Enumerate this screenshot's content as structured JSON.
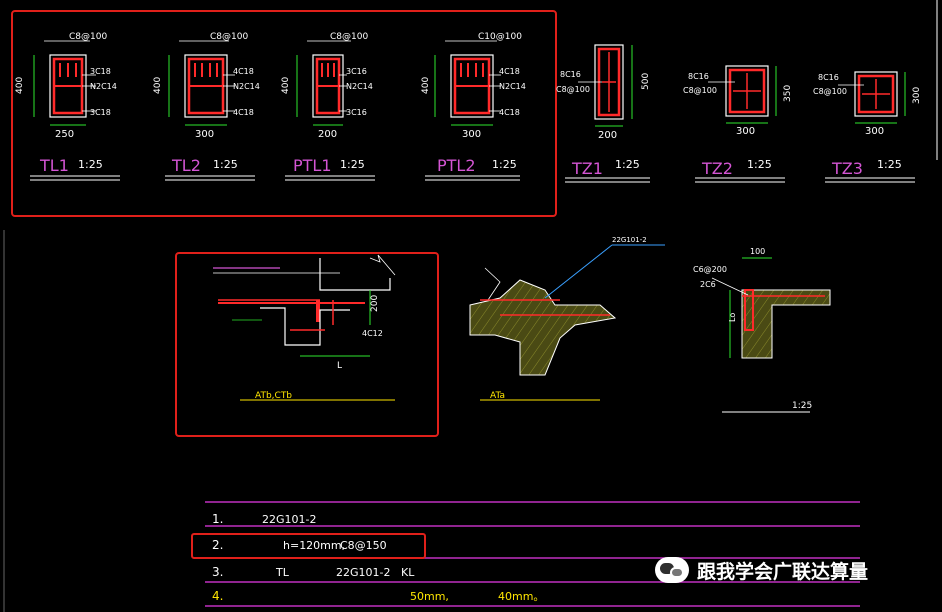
{
  "colors": {
    "background": "#000000",
    "rebar": "#ff2a2a",
    "dim": "#2ee62e",
    "text": "#ffffff",
    "label": "#d455d4",
    "highlight": "#e0201a",
    "concrete": "#5b5b1a"
  },
  "sections": [
    {
      "id": "TL1",
      "stirrup": "C8@100",
      "top": "3C18",
      "side": "N2C14",
      "bottom": "3C18",
      "height": "400",
      "width": "250",
      "name": "TL1",
      "scale": "1:25"
    },
    {
      "id": "TL2",
      "stirrup": "C8@100",
      "top": "4C18",
      "side": "N2C14",
      "bottom": "4C18",
      "height": "400",
      "width": "300",
      "name": "TL2",
      "scale": "1:25"
    },
    {
      "id": "PTL1",
      "stirrup": "C8@100",
      "top": "3C16",
      "side": "N2C14",
      "bottom": "3C16",
      "height": "400",
      "width": "200",
      "name": "PTL1",
      "scale": "1:25"
    },
    {
      "id": "PTL2",
      "stirrup": "C10@100",
      "top": "4C18",
      "side": "N2C14",
      "bottom": "4C18",
      "height": "400",
      "width": "300",
      "name": "PTL2",
      "scale": "1:25"
    }
  ],
  "columns": [
    {
      "id": "TZ1",
      "bars": "8C16",
      "stirrup": "C8@100",
      "height": "500",
      "width": "200",
      "name": "TZ1",
      "scale": "1:25"
    },
    {
      "id": "TZ2",
      "bars": "8C16",
      "stirrup": "C8@100",
      "height": "350",
      "width": "300",
      "name": "TZ2",
      "scale": "1:25"
    },
    {
      "id": "TZ3",
      "bars": "8C16",
      "stirrup": "C8@100",
      "height": "300",
      "width": "300",
      "name": "TZ3",
      "scale": "1:25"
    }
  ],
  "detail_a": {
    "top_label": "",
    "dim_200": "200",
    "rebar_4c12": "4C12",
    "L": "L",
    "caption": "ATb,CTb"
  },
  "detail_b": {
    "leader": "22G101-2",
    "caption": "ATa"
  },
  "detail_c": {
    "dim_100": "100",
    "stirrup": "C6@200",
    "bars": "2C6",
    "Lo": "Lo",
    "scale": "1:25"
  },
  "notes": {
    "heading": "",
    "n1": "1.",
    "n1_ref": "22G101-2",
    "n2": "2.",
    "n2_value": "h=120mm,",
    "n2_rebar": "C8@150",
    "n3": "3.",
    "n3_ref": "TL",
    "n3_ref2": "22G101-2",
    "n3_end": "KL",
    "n4": "4.",
    "n4_value": "50mm,",
    "n4_value2": "40mm。"
  },
  "watermark": "跟我学会广联达算量"
}
